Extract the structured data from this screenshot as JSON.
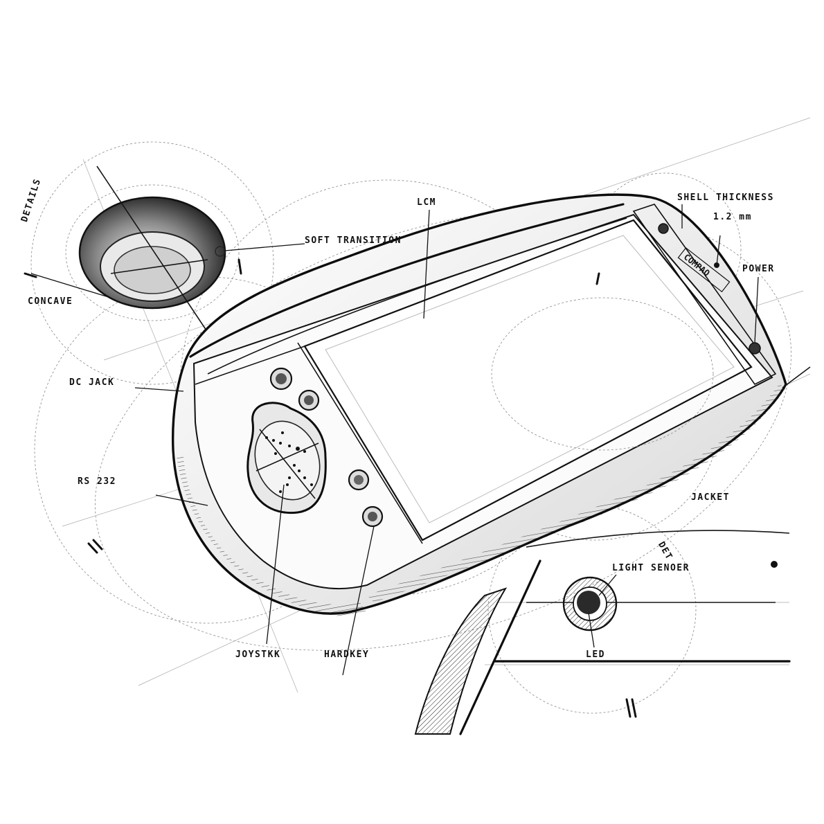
{
  "sketch": {
    "subject": "handheld device concept sketch",
    "brand_mark": "COMPAQ",
    "colors": {
      "paper": "#ffffff",
      "graphite": "#151515",
      "guide": "#9a9a9a",
      "shade": "#3a3a3a"
    }
  },
  "callouts": {
    "details": "DETAILS",
    "concave": "CONCAVE",
    "soft_transition": "SOFT TRANSITION",
    "lcm": "LCM",
    "shell_thickness": "SHELL THICKNESS",
    "shell_thickness_value": "1.2 mm",
    "power": "POWER",
    "dc_jack": "DC JACK",
    "rs232": "RS 232",
    "jacket": "JACKET",
    "det": "DET",
    "light_sensor": "LIGHT SENOER",
    "led": "LED",
    "joystick": "JOYSTKK",
    "hardkey": "HARDKEY"
  }
}
